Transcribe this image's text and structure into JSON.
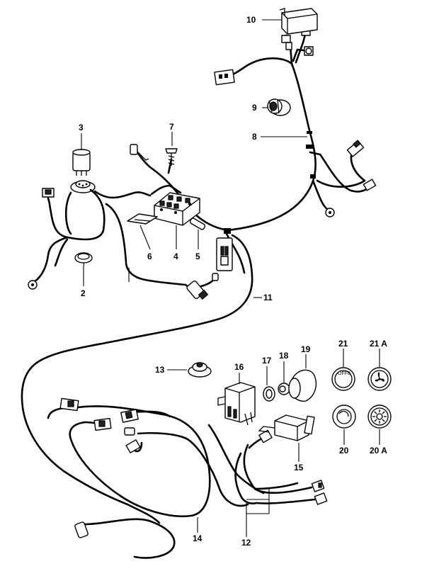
{
  "diagram": {
    "callouts": {
      "c2": "2",
      "c3": "3",
      "c4": "4",
      "c5": "5",
      "c6": "6",
      "c7": "7",
      "c8": "8",
      "c9": "9",
      "c10": "10",
      "c11": "11",
      "c12": "12",
      "c13": "13",
      "c14": "14",
      "c15": "15",
      "c16": "16",
      "c17": "17",
      "c18": "18",
      "c19": "19",
      "c20": "20",
      "c20a": "20 A",
      "c21": "21",
      "c21a": "21 A"
    },
    "highlight_color": "#1aa32a"
  }
}
